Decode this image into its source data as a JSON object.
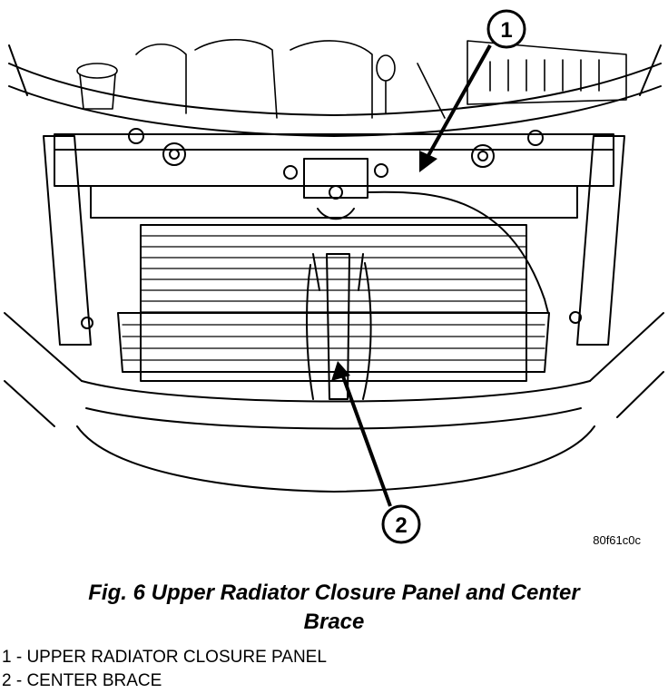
{
  "figure": {
    "code": "80f61c0c",
    "callouts": [
      {
        "number": "1"
      },
      {
        "number": "2"
      }
    ]
  },
  "caption": {
    "line1": "Fig. 6 Upper Radiator Closure Panel and Center",
    "line2": "Brace"
  },
  "legend": {
    "items": [
      {
        "text": "1 - UPPER RADIATOR CLOSURE PANEL"
      },
      {
        "text": "2 - CENTER BRACE"
      }
    ]
  }
}
